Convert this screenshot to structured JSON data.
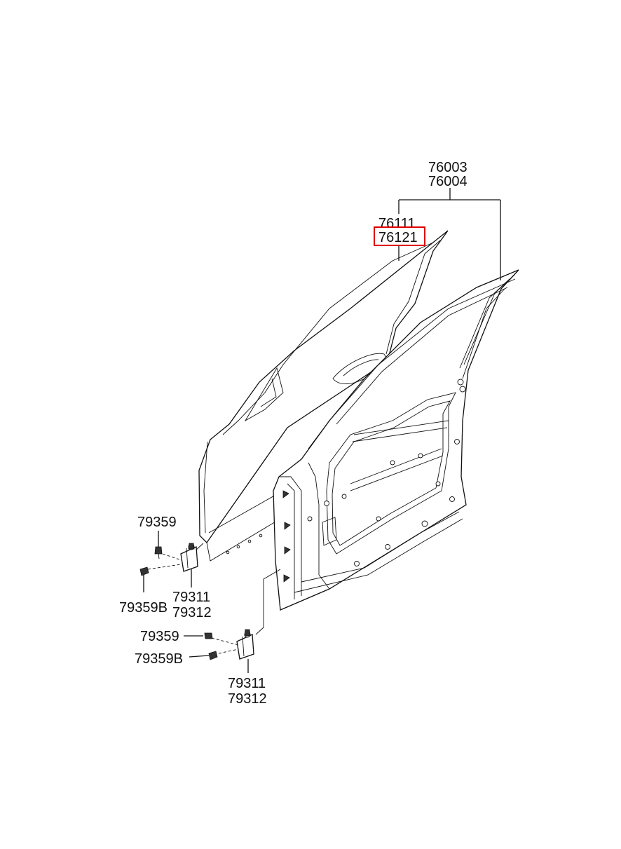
{
  "labels": {
    "assembly_a": "76003",
    "assembly_b": "76004",
    "panel_a": "76111",
    "panel_b": "76121",
    "upper_bolt": "79359",
    "upper_bolt_b": "79359B",
    "upper_hinge_a": "79311",
    "upper_hinge_b": "79312",
    "lower_bolt": "79359",
    "lower_bolt_b": "79359B",
    "lower_hinge_a": "79311",
    "lower_hinge_b": "79312"
  },
  "highlight_color": "#e00000",
  "highlighted_part": "76121"
}
